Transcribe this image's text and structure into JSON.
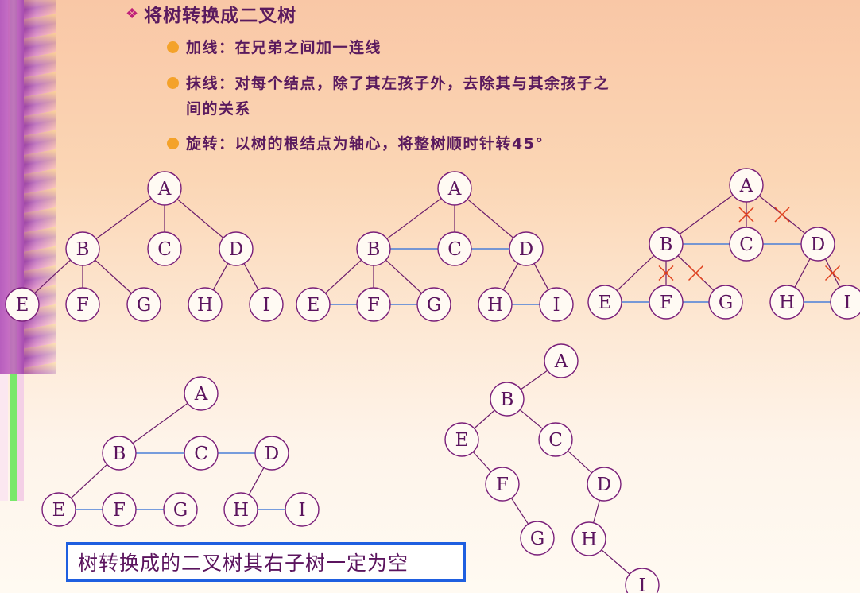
{
  "slide": {
    "title_mark": "❖",
    "title": "将树转换成二叉树",
    "bullets": [
      {
        "label": "加线",
        "text": "：在兄弟之间加一连线"
      },
      {
        "label": "抹线",
        "text": "：对每个结点，除了其左孩子外，去除其与其余孩子之",
        "text2": "间的关系"
      },
      {
        "label": "旋转",
        "text": "：以树的根结点为轴心，将整树顺时针转45°"
      }
    ],
    "note": "树转换成的二叉树其右子树一定为空"
  },
  "colors": {
    "tree_edge": "#6b1b6b",
    "sibling_edge": "#4a7fd8",
    "cross_mark": "#e0401c",
    "node_stroke": "#7a1f7a",
    "bullet_dot": "#f4a22a",
    "note_border": "#1f5fe0"
  },
  "diagrams": [
    {
      "name": "original-tree",
      "nodes": {
        "A": "A",
        "B": "B",
        "C": "C",
        "D": "D",
        "E": "E",
        "F": "F",
        "G": "G",
        "H": "H",
        "I": "I"
      },
      "edges": [
        [
          "A",
          "B"
        ],
        [
          "A",
          "C"
        ],
        [
          "A",
          "D"
        ],
        [
          "B",
          "E"
        ],
        [
          "B",
          "F"
        ],
        [
          "B",
          "G"
        ],
        [
          "D",
          "H"
        ],
        [
          "D",
          "I"
        ]
      ],
      "sibling_edges": [],
      "crossed_edges": []
    },
    {
      "name": "add-sibling-lines",
      "nodes": {
        "A": "A",
        "B": "B",
        "C": "C",
        "D": "D",
        "E": "E",
        "F": "F",
        "G": "G",
        "H": "H",
        "I": "I"
      },
      "edges": [
        [
          "A",
          "B"
        ],
        [
          "A",
          "C"
        ],
        [
          "A",
          "D"
        ],
        [
          "B",
          "E"
        ],
        [
          "B",
          "F"
        ],
        [
          "B",
          "G"
        ],
        [
          "D",
          "H"
        ],
        [
          "D",
          "I"
        ]
      ],
      "sibling_edges": [
        [
          "B",
          "C"
        ],
        [
          "C",
          "D"
        ],
        [
          "E",
          "F"
        ],
        [
          "F",
          "G"
        ],
        [
          "H",
          "I"
        ]
      ],
      "crossed_edges": []
    },
    {
      "name": "remove-lines",
      "nodes": {
        "A": "A",
        "B": "B",
        "C": "C",
        "D": "D",
        "E": "E",
        "F": "F",
        "G": "G",
        "H": "H",
        "I": "I"
      },
      "edges": [
        [
          "A",
          "B"
        ],
        [
          "A",
          "C"
        ],
        [
          "A",
          "D"
        ],
        [
          "B",
          "E"
        ],
        [
          "B",
          "F"
        ],
        [
          "B",
          "G"
        ],
        [
          "D",
          "H"
        ],
        [
          "D",
          "I"
        ]
      ],
      "sibling_edges": [
        [
          "B",
          "C"
        ],
        [
          "C",
          "D"
        ],
        [
          "E",
          "F"
        ],
        [
          "F",
          "G"
        ],
        [
          "H",
          "I"
        ]
      ],
      "crossed_edges": [
        [
          "A",
          "C"
        ],
        [
          "A",
          "D"
        ],
        [
          "B",
          "F"
        ],
        [
          "B",
          "G"
        ],
        [
          "D",
          "I"
        ]
      ]
    },
    {
      "name": "after-removal",
      "nodes": {
        "A": "A",
        "B": "B",
        "C": "C",
        "D": "D",
        "E": "E",
        "F": "F",
        "G": "G",
        "H": "H",
        "I": "I"
      },
      "edges": [
        [
          "A",
          "B"
        ],
        [
          "B",
          "E"
        ],
        [
          "D",
          "H"
        ]
      ],
      "sibling_edges": [
        [
          "B",
          "C"
        ],
        [
          "C",
          "D"
        ],
        [
          "E",
          "F"
        ],
        [
          "F",
          "G"
        ],
        [
          "H",
          "I"
        ]
      ],
      "crossed_edges": []
    },
    {
      "name": "binary-tree",
      "nodes": {
        "A": "A",
        "B": "B",
        "C": "C",
        "D": "D",
        "E": "E",
        "F": "F",
        "G": "G",
        "H": "H",
        "I": "I"
      },
      "edges": [
        [
          "A",
          "B"
        ],
        [
          "B",
          "E"
        ],
        [
          "B",
          "C"
        ],
        [
          "E",
          "F"
        ],
        [
          "F",
          "G"
        ],
        [
          "C",
          "D"
        ],
        [
          "D",
          "H"
        ],
        [
          "H",
          "I"
        ]
      ],
      "sibling_edges": [],
      "crossed_edges": []
    }
  ]
}
